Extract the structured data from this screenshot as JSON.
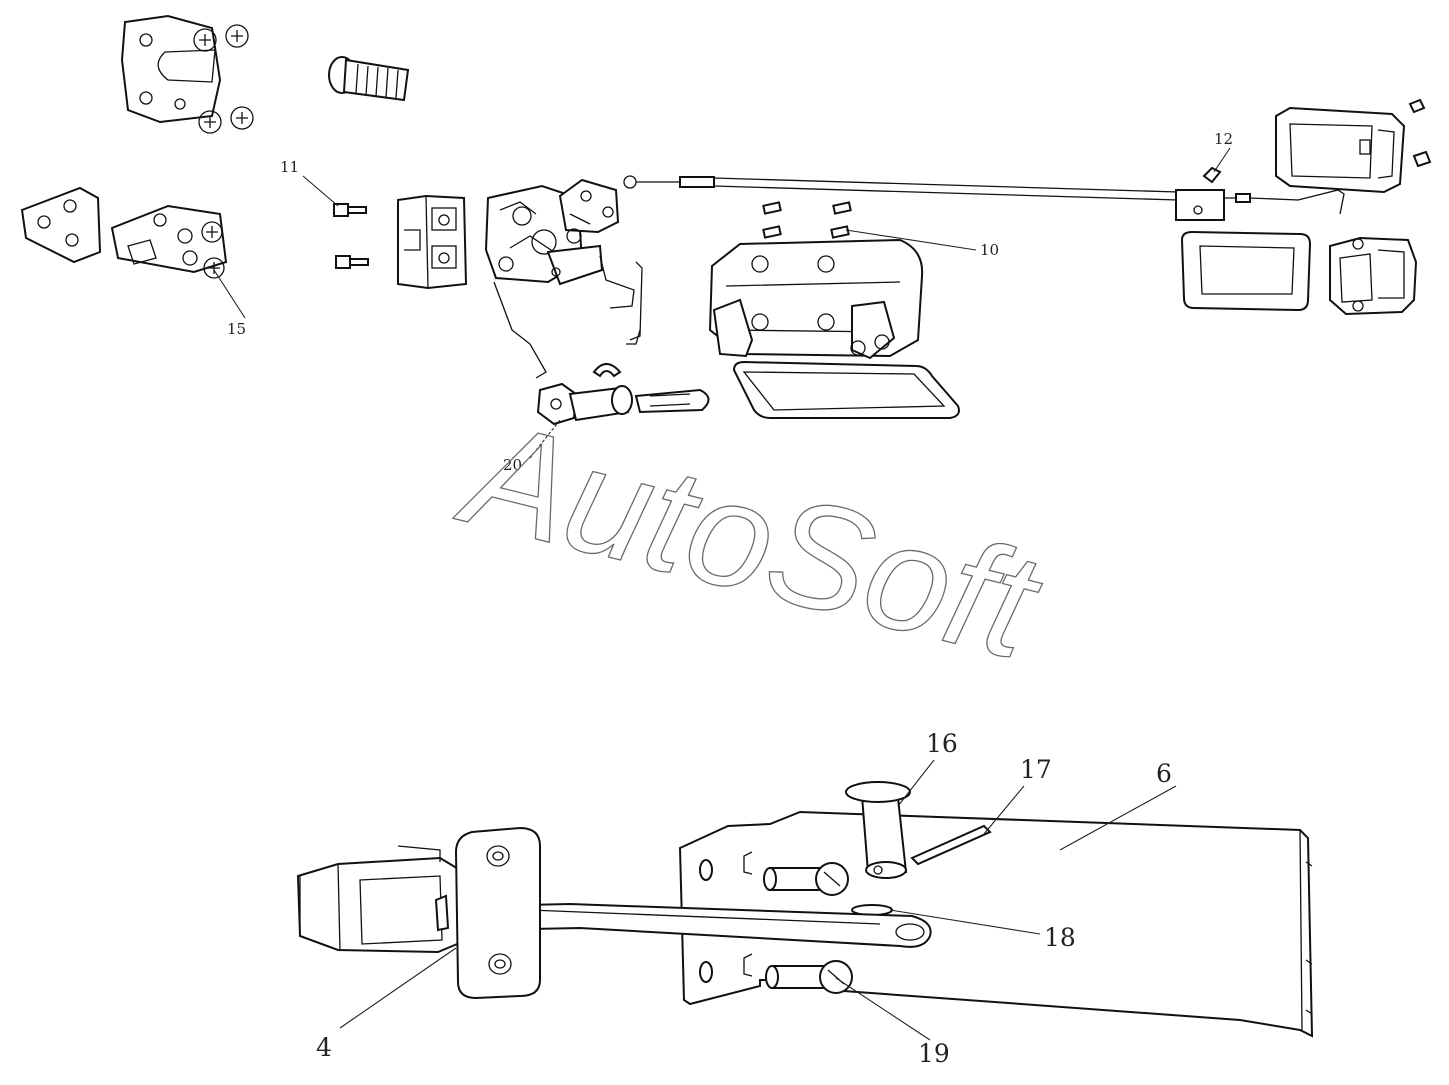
{
  "watermark": "AutoSoft",
  "callouts": {
    "c4": "4",
    "c6": "6",
    "c10": "10",
    "c11": "11",
    "c12": "12",
    "c15": "15",
    "c16": "16",
    "c17": "17",
    "c18": "18",
    "c19": "19",
    "c20": "20"
  }
}
